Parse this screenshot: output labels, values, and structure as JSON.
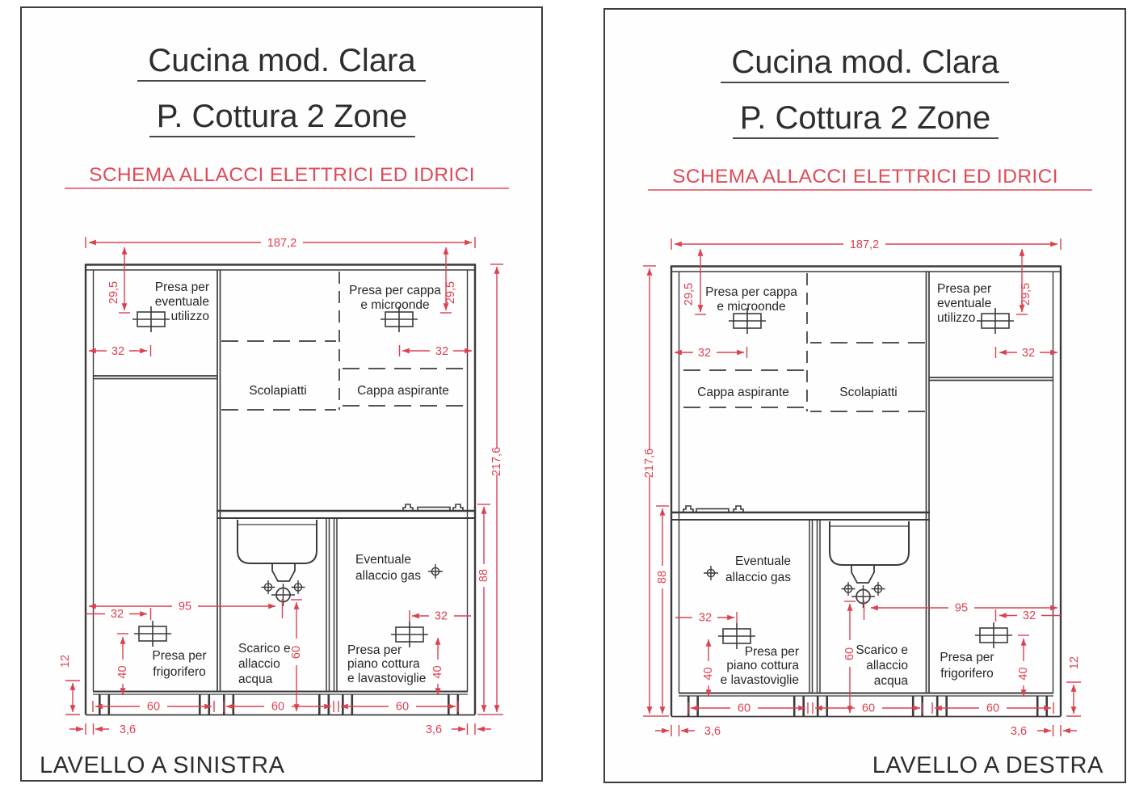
{
  "colors": {
    "ink": "#3b3b3b",
    "dim_red": "#dc4150",
    "heading_red": "#de4b59",
    "paper": "#fefefe"
  },
  "titles": {
    "model": "Cucina mod. Clara",
    "config": "P. Cottura 2 Zone",
    "schema": "SCHEMA ALLACCI ELETTRICI ED IDRICI"
  },
  "footers": {
    "left": "LAVELLO A SINISTRA",
    "right": "LAVELLO A DESTRA"
  },
  "labels": {
    "presa_eventuale": [
      "Presa per",
      "eventuale",
      "utilizzo"
    ],
    "presa_cappa": [
      "Presa per cappa",
      "e microonde"
    ],
    "scolapiatti": "Scolapiatti",
    "cappa": "Cappa aspirante",
    "gas": [
      "Eventuale",
      "allaccio gas"
    ],
    "scarico": [
      "Scarico e",
      "allaccio",
      "acqua"
    ],
    "frigo": [
      "Presa per",
      "frigorifero"
    ],
    "piano": [
      "Presa per",
      "piano cottura",
      "e lavastoviglie"
    ]
  },
  "dims": {
    "total_width": "187,2",
    "socket_drop": "29,5",
    "socket_offset": "32",
    "total_height": "217,6",
    "base_height": "88",
    "sink_offset": "95",
    "unit_width": "60",
    "socket_height": "40",
    "plinth_height": "12",
    "panel_thickness": "3,6"
  }
}
